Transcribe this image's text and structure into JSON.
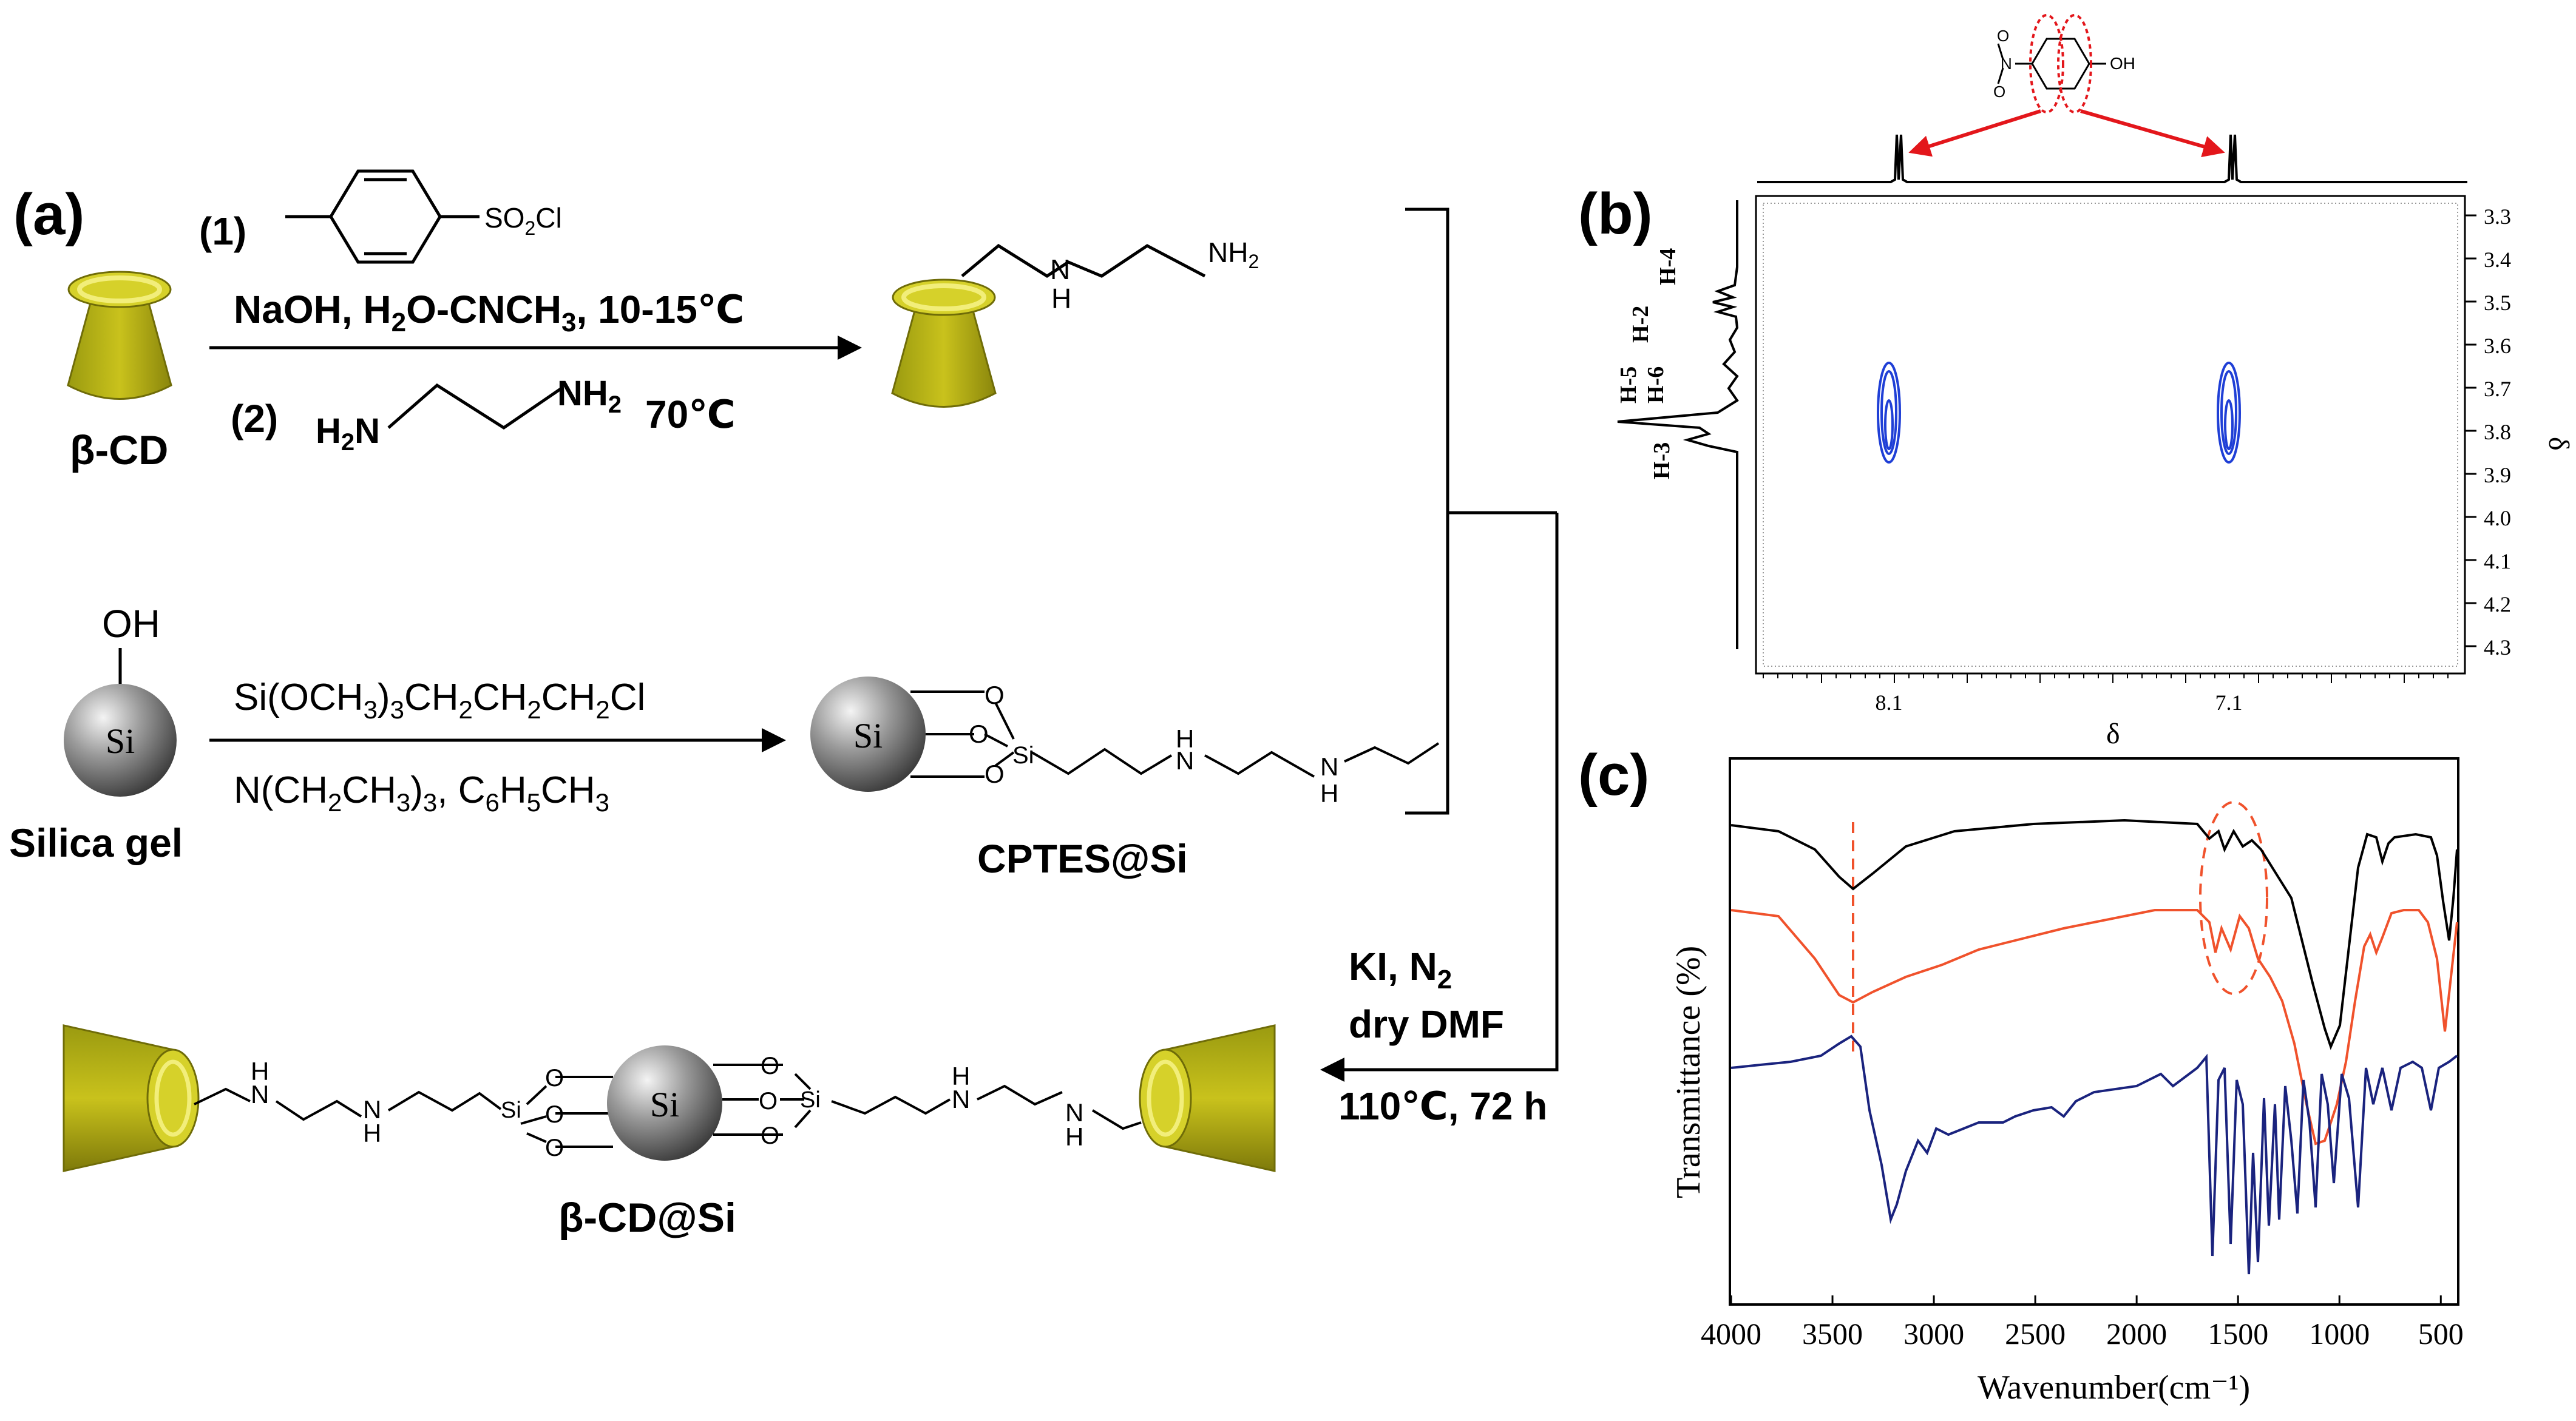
{
  "panel_a": {
    "label": "(a)",
    "step1_num": "(1)",
    "tosyl_group": "SO2Cl",
    "step2_num": "(2)",
    "reagent1": "NaOH, H2O-CNCH3, 10-15℃",
    "reagent2_temp": "70℃",
    "en_amine_left": "H2N",
    "en_amine_right": "NH2",
    "product1_nh": "H",
    "product1_nh2": "NH2",
    "beta_cd": "β-CD",
    "oh": "OH",
    "si": "Si",
    "silica_gel": "Silica gel",
    "reagent3": "Si(OCH3)3CH2CH2CH2Cl",
    "reagent4": "N(CH2CH3)3, C6H5CH3",
    "cptes_label": "CPTES@Si",
    "cptes_o": "O",
    "cptes_si": "Si",
    "cptes_h": "H",
    "coupling1": "KI, N2",
    "coupling2": "dry DMF",
    "coupling3": "110℃, 72 h",
    "final_label": "β-CD@Si"
  },
  "panel_b": {
    "label": "(b)",
    "mol_oh": "OH",
    "mol_o": "O",
    "mol_n": "N",
    "proton_labels": [
      "H-4",
      "H-2",
      "H-5",
      "H-6",
      "H-3"
    ],
    "right_axis_ticks": [
      "3.3",
      "3.4",
      "3.5",
      "3.6",
      "3.7",
      "3.8",
      "3.9",
      "4.0",
      "4.1",
      "4.2",
      "4.3"
    ],
    "right_axis_label": "δ",
    "bottom_ticks": [
      "8.1",
      "7.1"
    ],
    "bottom_axis_label": "δ",
    "contour_color": "#1f3fd6"
  },
  "panel_c": {
    "label": "(c)",
    "chart_data": {
      "type": "line",
      "xlabel": "Wavenumber(cm⁻¹)",
      "ylabel": "Transmittance (%)",
      "x_ticks": [
        "4000",
        "3500",
        "3000",
        "2500",
        "2000",
        "1500",
        "1000",
        "500"
      ],
      "xlim": [
        4000,
        420
      ],
      "series": [
        {
          "color": "#000000"
        },
        {
          "color": "#f0522c"
        },
        {
          "color": "#1a237e"
        }
      ]
    }
  }
}
